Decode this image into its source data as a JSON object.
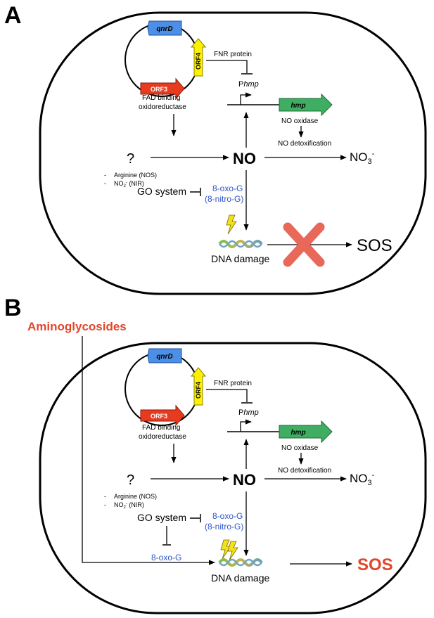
{
  "panels": [
    {
      "letter": "A",
      "genes": {
        "qnrD": "qnrD",
        "orf4": "ORF4",
        "orf3": "ORF3",
        "hmp": "hmp"
      },
      "fnr": "FNR protein",
      "promoter_p": "P",
      "promoter_name": "hmp",
      "fad_line1": "FAD binding",
      "fad_line2": "oxidoreductase",
      "no_oxidase": "NO oxidase",
      "no_detox": "NO detoxification",
      "no3": "NO",
      "no3_sub": "3",
      "no3_sup": "-",
      "question": "?",
      "src1": "Arginine (NOS)",
      "src2_pre": "NO",
      "src2_sub": "2",
      "src2_sup": "-",
      "src2_post": " (NIR)",
      "dash": "-",
      "no": "NO",
      "go_system": "GO system",
      "oxo": "8-oxo-G",
      "nitro": "(8-nitro-G)",
      "dna_damage": "DNA damage",
      "sos": "SOS"
    },
    {
      "letter": "B",
      "aminoglycosides": "Aminoglycosides",
      "genes": {
        "qnrD": "qnrD",
        "orf4": "ORF4",
        "orf3": "ORF3",
        "hmp": "hmp"
      },
      "fnr": "FNR protein",
      "promoter_p": "P",
      "promoter_name": "hmp",
      "fad_line1": "FAD binding",
      "fad_line2": "oxidoreductase",
      "no_oxidase": "NO oxidase",
      "no_detox": "NO detoxification",
      "no3": "NO",
      "no3_sub": "3",
      "no3_sup": "-",
      "question": "?",
      "src1": "Arginine (NOS)",
      "src2_pre": "NO",
      "src2_sub": "2",
      "src2_sup": "-",
      "src2_post": " (NIR)",
      "dash": "-",
      "no": "NO",
      "go_system": "GO system",
      "oxo": "8-oxo-G",
      "nitro": "(8-nitro-G)",
      "oxo2": "8-oxo-G",
      "dna_damage": "DNA damage",
      "sos": "SOS"
    }
  ],
  "colors": {
    "qnrD": "#4d8fe6",
    "orf4": "#fff200",
    "orf3": "#e63b1f",
    "hmp": "#3fae63",
    "blocked": "#e8685a",
    "accent": "#e2462b",
    "blue_text": "#2e56c9"
  }
}
